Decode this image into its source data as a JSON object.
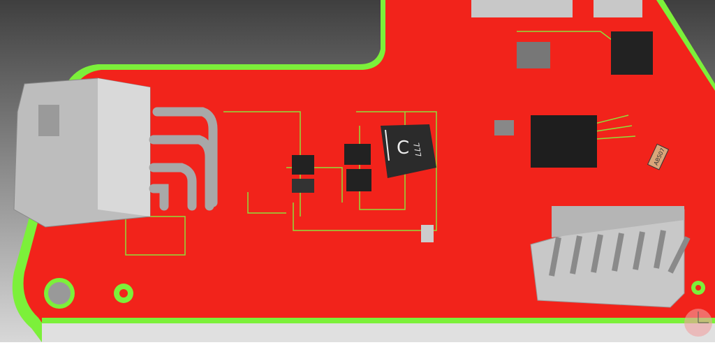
{
  "viewport": {
    "background": [
      "#3f3f3f",
      "#d4d4d4"
    ],
    "board_color": "#f2231b",
    "edge_color": "#7cf03a",
    "trace_color": "#8fe03a"
  },
  "components": {
    "inductor": {
      "marking_letter": "C",
      "marking_code": "777"
    },
    "crystal": {
      "marking": "ABS07"
    }
  },
  "icons": {
    "orientation_gizmo": "axis-gizmo-icon"
  }
}
